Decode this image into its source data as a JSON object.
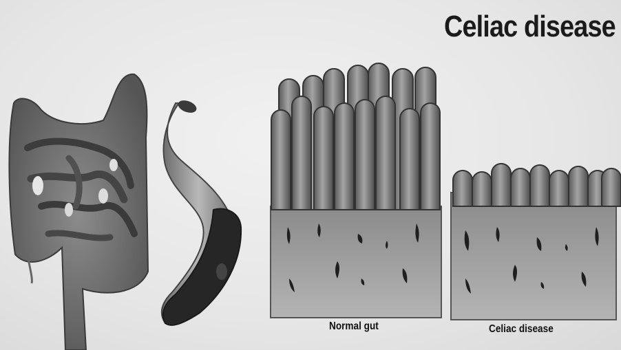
{
  "title": "Celiac disease",
  "labels": {
    "normal": "Normal gut",
    "celiac": "Celiac disease"
  },
  "colors": {
    "background": "#e9e9e9",
    "tissue": "#8c8c8c",
    "tissue_dark": "#4a4a4a",
    "tube_dark": "#2a2a2a",
    "text": "#1b1b1b"
  }
}
